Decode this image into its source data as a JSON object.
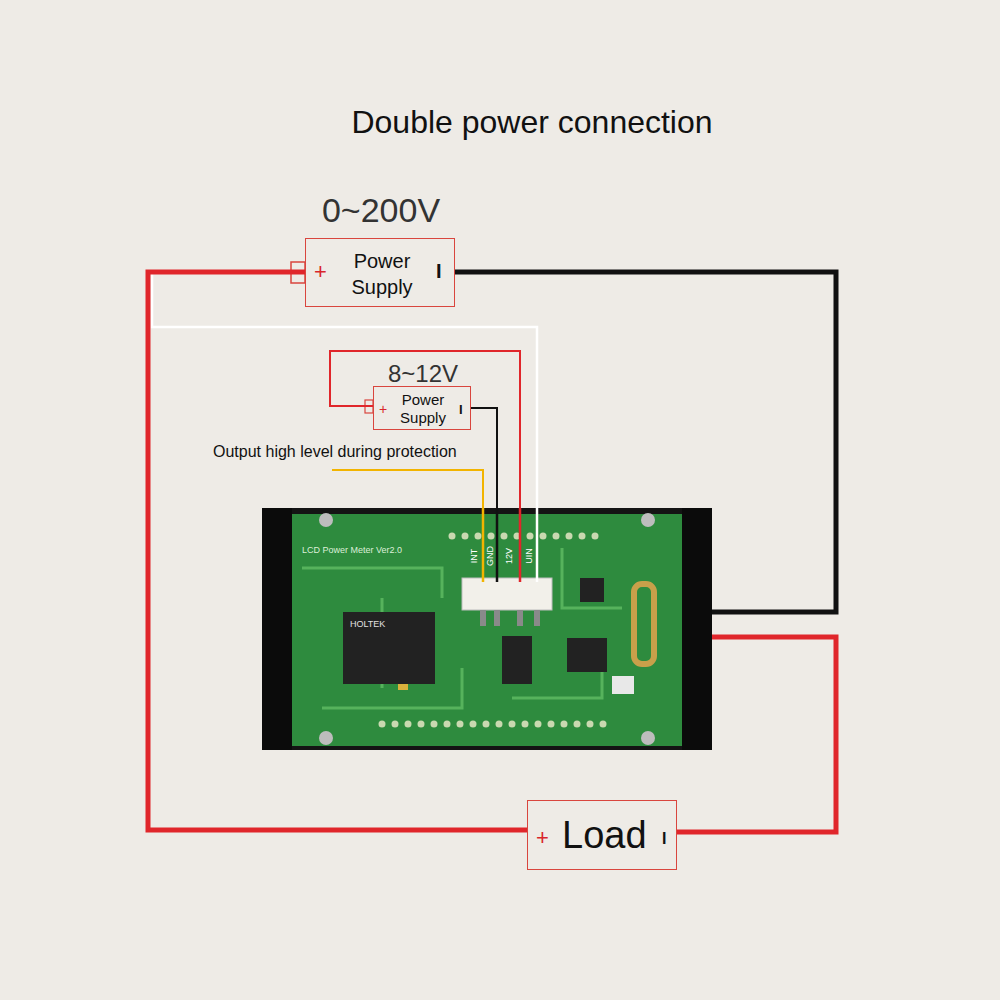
{
  "diagram": {
    "title": "Double power connection",
    "nodes": [
      {
        "text": [
          "0~200V",
          "+",
          "Power Supply",
          "I"
        ]
      },
      {
        "text": [
          "8~12V",
          "+",
          "Power Supply",
          "I"
        ]
      },
      {
        "text": [
          "LCD Power Meter Ver2.0"
        ]
      },
      {
        "text": [
          "+",
          "Load",
          "I"
        ]
      }
    ],
    "edges": [
      {
        "from": 0,
        "to": 3,
        "arrow": "none"
      },
      {
        "from": 0,
        "to": 2,
        "arrow": "none"
      },
      {
        "from": 2,
        "to": 3,
        "arrow": "none"
      },
      {
        "from": 0,
        "to": 2,
        "arrow": "none"
      },
      {
        "from": 1,
        "to": 2,
        "arrow": "none"
      },
      {
        "from": 1,
        "to": 2,
        "arrow": "none"
      }
    ],
    "labels": [
      "Output high level during protection",
      "INT",
      "GND",
      "12V",
      "UIN",
      "HOLTEK"
    ]
  }
}
